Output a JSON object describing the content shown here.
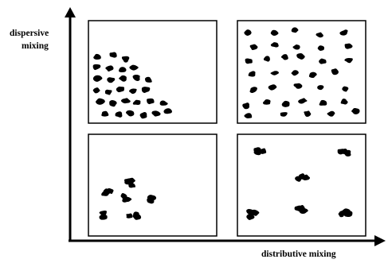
{
  "axes": {
    "y_label_line1": "dispersive",
    "y_label_line2": "mixing",
    "x_label": "distributive mixing"
  },
  "panels": [
    {
      "id": "top-left",
      "pattern": "many small agglomerates clustered in one corner"
    },
    {
      "id": "top-right",
      "pattern": "many small agglomerates evenly spread"
    },
    {
      "id": "bottom-left",
      "pattern": "few large agglomerates clustered"
    },
    {
      "id": "bottom-right",
      "pattern": "few large agglomerates evenly spread"
    }
  ],
  "colors": {
    "ink": "#000000",
    "background": "#ffffff"
  }
}
